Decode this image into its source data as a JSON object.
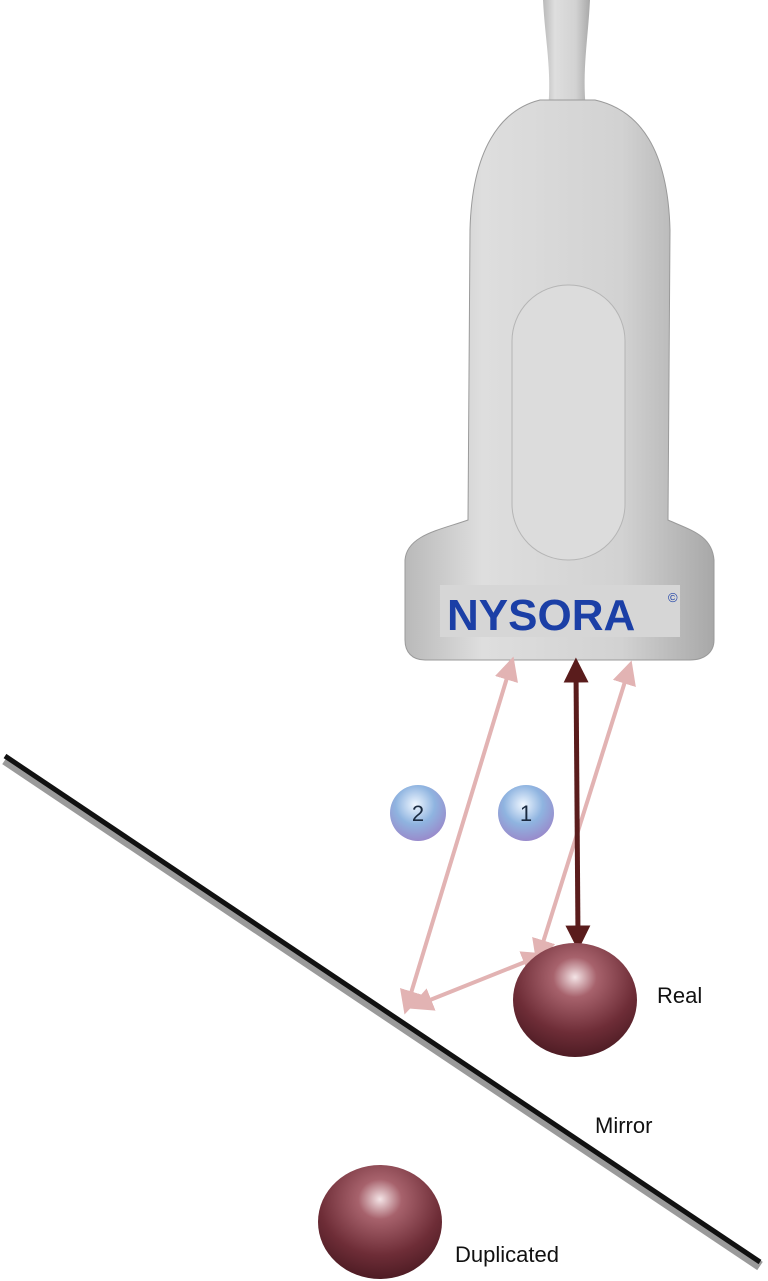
{
  "probe": {
    "brand": "NYSORA",
    "copyright": "©",
    "brand_color": "#1b3fa6"
  },
  "markers": [
    {
      "label": "2"
    },
    {
      "label": "1"
    }
  ],
  "labels": {
    "real": "Real",
    "mirror": "Mirror",
    "duplicated": "Duplicated"
  },
  "colors": {
    "reflected_path": "#e2b3b3",
    "direct_path": "#5a1c1c",
    "object": "#7a3a44",
    "mirror": "#111111",
    "marker": "#8fb4e0"
  }
}
